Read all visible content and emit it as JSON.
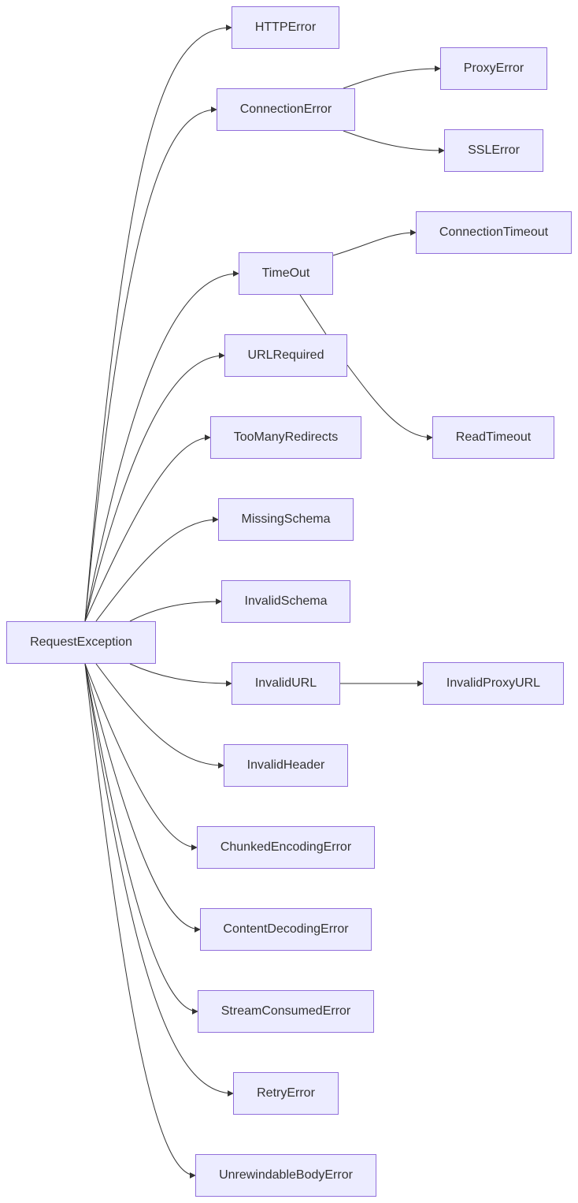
{
  "diagram": {
    "type": "flowchart",
    "direction": "LR",
    "root": "RequestException",
    "nodes": [
      {
        "id": "RequestException",
        "label": "RequestException"
      },
      {
        "id": "HTTPError",
        "label": "HTTPError"
      },
      {
        "id": "ConnectionError",
        "label": "ConnectionError"
      },
      {
        "id": "ProxyError",
        "label": "ProxyError"
      },
      {
        "id": "SSLError",
        "label": "SSLError"
      },
      {
        "id": "TimeOut",
        "label": "TimeOut"
      },
      {
        "id": "ConnectionTimeout",
        "label": "ConnectionTimeout"
      },
      {
        "id": "URLRequired",
        "label": "URLRequired"
      },
      {
        "id": "ReadTimeout",
        "label": "ReadTimeout"
      },
      {
        "id": "TooManyRedirects",
        "label": "TooManyRedirects"
      },
      {
        "id": "MissingSchema",
        "label": "MissingSchema"
      },
      {
        "id": "InvalidSchema",
        "label": "InvalidSchema"
      },
      {
        "id": "InvalidURL",
        "label": "InvalidURL"
      },
      {
        "id": "InvalidProxyURL",
        "label": "InvalidProxyURL"
      },
      {
        "id": "InvalidHeader",
        "label": "InvalidHeader"
      },
      {
        "id": "ChunkedEncodingError",
        "label": "ChunkedEncodingError"
      },
      {
        "id": "ContentDecodingError",
        "label": "ContentDecodingError"
      },
      {
        "id": "StreamConsumedError",
        "label": "StreamConsumedError"
      },
      {
        "id": "RetryError",
        "label": "RetryError"
      },
      {
        "id": "UnrewindableBodyError",
        "label": "UnrewindableBodyError"
      }
    ],
    "edges": [
      {
        "from": "RequestException",
        "to": "HTTPError"
      },
      {
        "from": "RequestException",
        "to": "ConnectionError"
      },
      {
        "from": "RequestException",
        "to": "TimeOut"
      },
      {
        "from": "RequestException",
        "to": "URLRequired"
      },
      {
        "from": "RequestException",
        "to": "TooManyRedirects"
      },
      {
        "from": "RequestException",
        "to": "MissingSchema"
      },
      {
        "from": "RequestException",
        "to": "InvalidSchema"
      },
      {
        "from": "RequestException",
        "to": "InvalidURL"
      },
      {
        "from": "RequestException",
        "to": "InvalidHeader"
      },
      {
        "from": "RequestException",
        "to": "ChunkedEncodingError"
      },
      {
        "from": "RequestException",
        "to": "ContentDecodingError"
      },
      {
        "from": "RequestException",
        "to": "StreamConsumedError"
      },
      {
        "from": "RequestException",
        "to": "RetryError"
      },
      {
        "from": "RequestException",
        "to": "UnrewindableBodyError"
      },
      {
        "from": "ConnectionError",
        "to": "ProxyError"
      },
      {
        "from": "ConnectionError",
        "to": "SSLError"
      },
      {
        "from": "TimeOut",
        "to": "ConnectionTimeout"
      },
      {
        "from": "TimeOut",
        "to": "ReadTimeout"
      },
      {
        "from": "InvalidURL",
        "to": "InvalidProxyURL"
      }
    ],
    "colors": {
      "node_fill": "#ececff",
      "node_border": "#9370db",
      "edge": "#333333",
      "text": "#333333"
    }
  }
}
